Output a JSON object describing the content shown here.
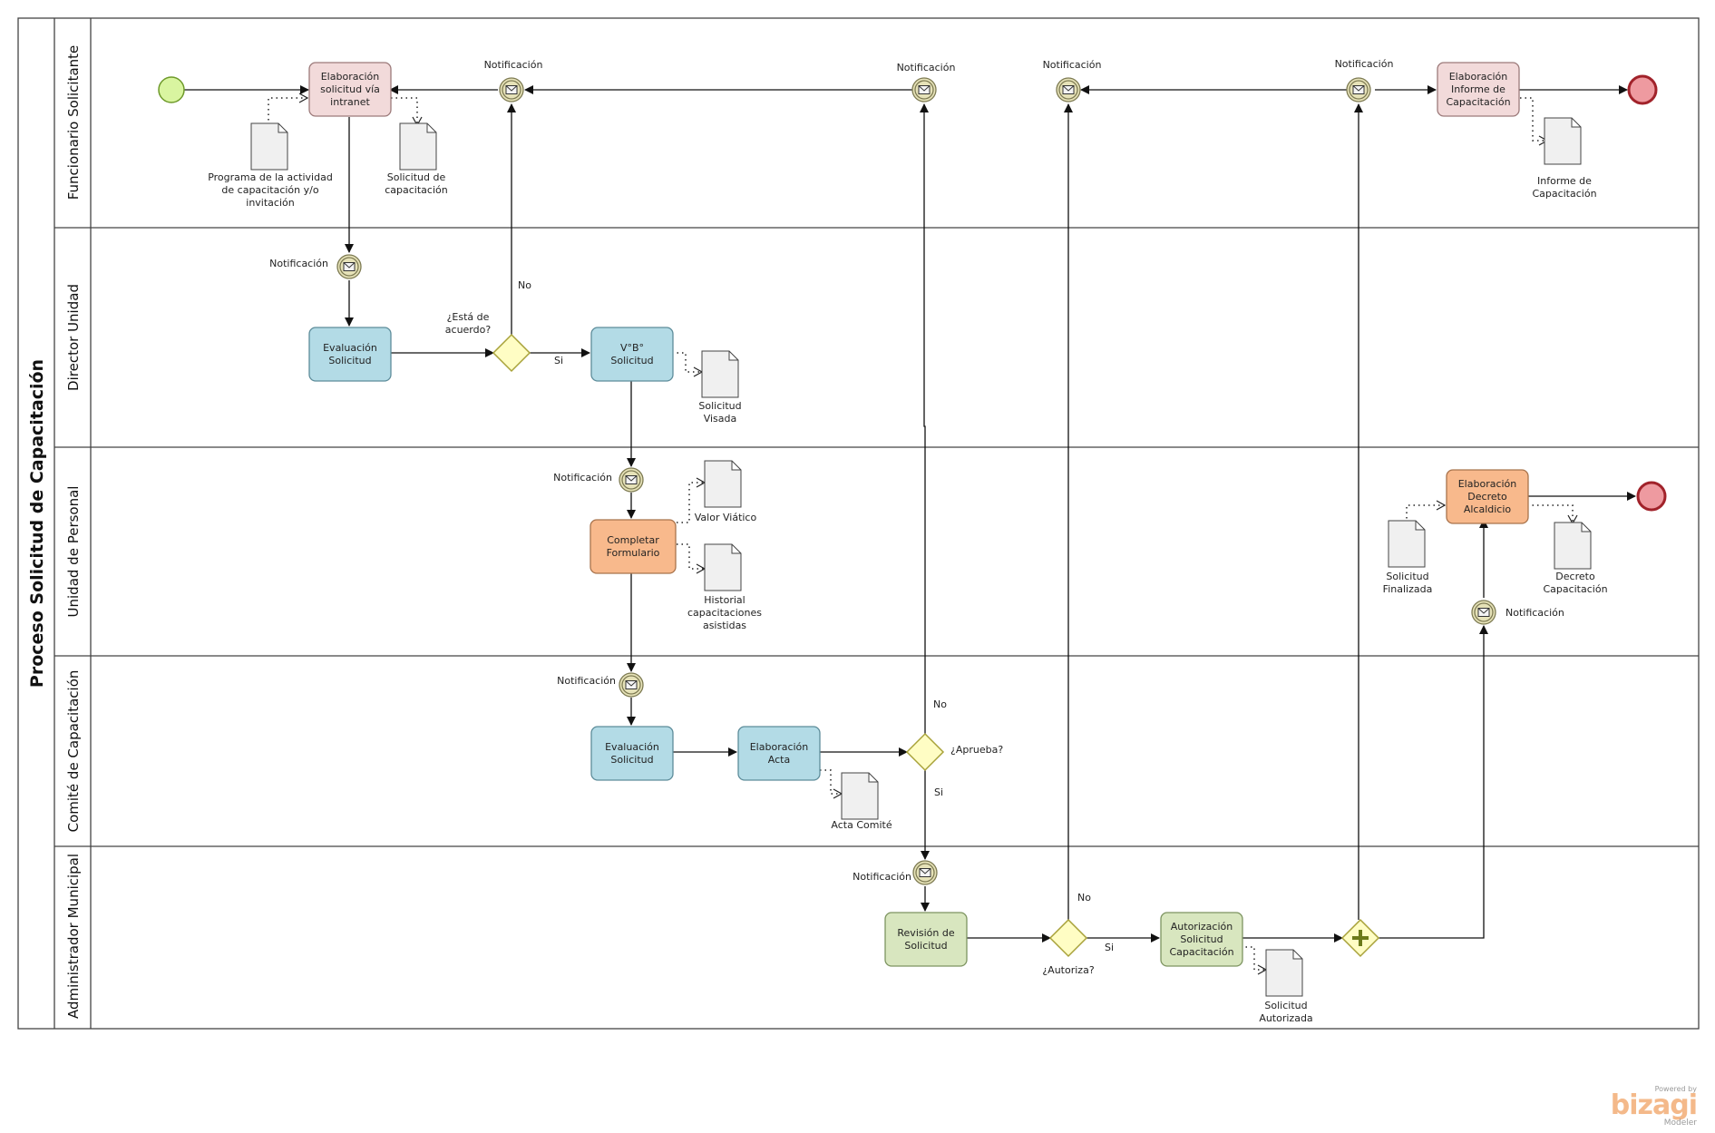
{
  "pool": {
    "title": "Proceso Solicitud de Capacitación"
  },
  "lanes": [
    "Funcionario Solicitante",
    "Director Unidad",
    "Unidad de Personal",
    "Comité de Capacitación",
    "Administrador Municipal"
  ],
  "tasks": {
    "t1": [
      "Elaboración",
      "solicitud vía",
      "intranet"
    ],
    "t2": [
      "Elaboración",
      "Informe de",
      "Capacitación"
    ],
    "t3": [
      "Evaluación",
      "Solicitud"
    ],
    "t4": [
      "V°B°",
      "Solicitud"
    ],
    "t5": [
      "Completar",
      "Formulario"
    ],
    "t6": [
      "Elaboración",
      "Decreto",
      "Alcaldicio"
    ],
    "t7": [
      "Evaluación",
      "Solicitud"
    ],
    "t8": [
      "Elaboración",
      "Acta"
    ],
    "t9": [
      "Revisión de",
      "Solicitud"
    ],
    "t10": [
      "Autorización",
      "Solicitud",
      "Capacitación"
    ]
  },
  "documents": {
    "d1": [
      "Programa de la actividad",
      "de capacitación y/o",
      "invitación"
    ],
    "d2": [
      "Solicitud de",
      "capacitación"
    ],
    "d3": [
      "Informe de",
      "Capacitación"
    ],
    "d4": [
      "Solicitud",
      "Visada"
    ],
    "d5": [
      "Valor Viático"
    ],
    "d6": [
      "Historial",
      "capacitaciones",
      "asistidas"
    ],
    "d7": [
      "Solicitud",
      "Finalizada"
    ],
    "d8": [
      "Decreto",
      "Capacitación"
    ],
    "d9": [
      "Acta Comité"
    ],
    "d10": [
      "Solicitud",
      "Autorizada"
    ]
  },
  "events": {
    "notification_label": "Notificación"
  },
  "gateways": {
    "g1": {
      "question": [
        "¿Está de",
        "acuerdo?"
      ],
      "yes": "Si",
      "no": "No"
    },
    "g2": {
      "question": [
        "¿Aprueba?"
      ],
      "yes": "Si",
      "no": "No"
    },
    "g3": {
      "question": [
        "¿Autoriza?"
      ],
      "yes": "Si",
      "no": "No"
    }
  },
  "branding": {
    "powered": "Powered by",
    "logo": "bizagi",
    "sub": "Modeler"
  },
  "colors": {
    "task_pink": "#f2dada",
    "task_blue": "#b3dbe6",
    "task_orange": "#f8b98c",
    "task_green": "#d8e6bf",
    "start_event": "#d9f5a0",
    "end_event": "#ee9aa0",
    "gateway": "#fffdc4",
    "notification": "#e6e2b8"
  }
}
